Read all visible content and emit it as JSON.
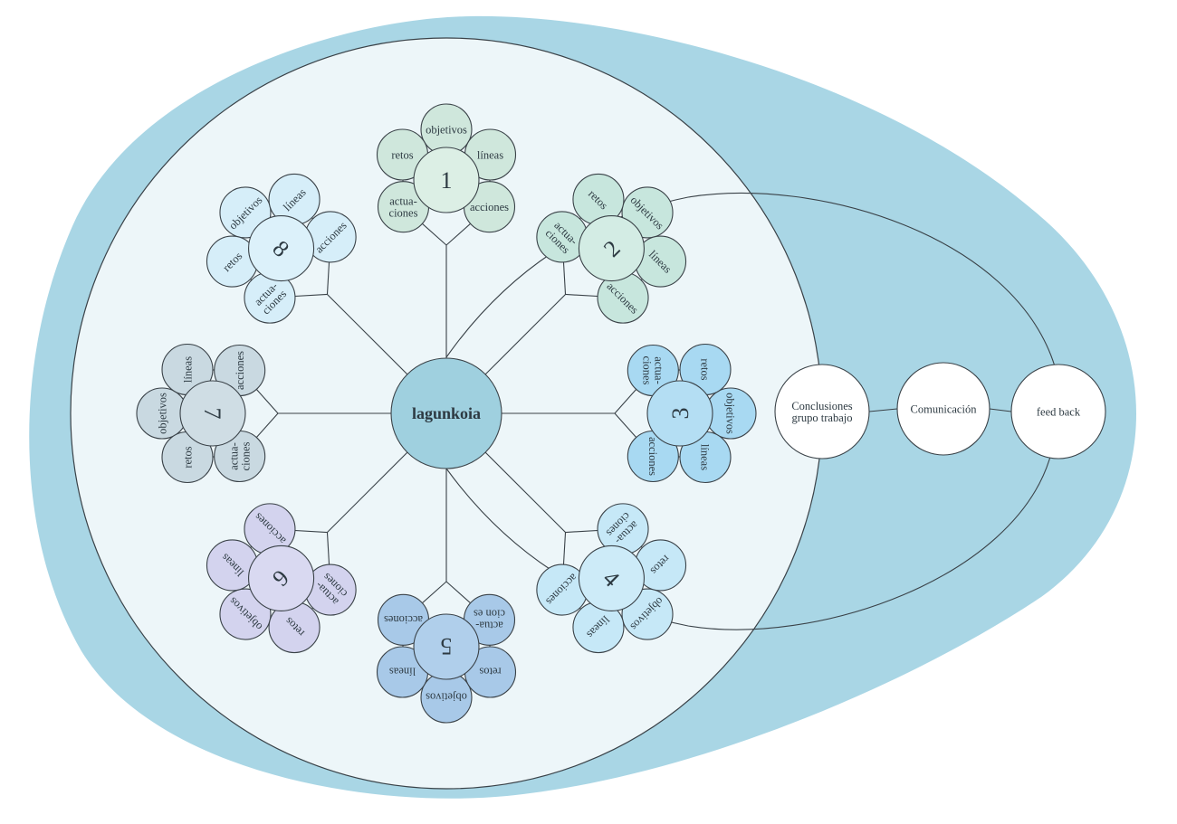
{
  "center": {
    "label": "lagunkoia",
    "fill": "#9fd0df"
  },
  "palette": {
    "egg_outer": "#a9d6e5",
    "big_circle": "#edf6f9",
    "line": "#3a4248"
  },
  "clusters": [
    {
      "number": "1",
      "fill": "#cfe7dc",
      "center_fill": "#dcefe5",
      "labels": {
        "objetivos": [
          "objetivos"
        ],
        "lineas": [
          "líneas"
        ],
        "acciones": [
          "acciones"
        ],
        "actuaciones": [
          "actua-",
          "ciones"
        ],
        "retos": [
          "retos"
        ]
      }
    },
    {
      "number": "2",
      "fill": "#c7e6dd",
      "center_fill": "#d3ece4",
      "labels": {
        "objetivos": [
          "objetivos"
        ],
        "lineas": [
          "líneas"
        ],
        "acciones": [
          "acciones"
        ],
        "actuaciones": [
          "actua-",
          "ciones"
        ],
        "retos": [
          "retos"
        ]
      }
    },
    {
      "number": "3",
      "fill": "#a8d9f2",
      "center_fill": "#b4def3",
      "labels": {
        "objetivos": [
          "objetivos"
        ],
        "lineas": [
          "líneas"
        ],
        "acciones": [
          "acciones"
        ],
        "actuaciones": [
          "actua-",
          "ciones"
        ],
        "retos": [
          "retos"
        ]
      }
    },
    {
      "number": "4",
      "fill": "#c6e8f7",
      "center_fill": "#cdebf8",
      "labels": {
        "objetivos": [
          "objetivos"
        ],
        "lineas": [
          "líneas"
        ],
        "acciones": [
          "acciones"
        ],
        "actuaciones": [
          "actua-",
          "ciones"
        ],
        "retos": [
          "retos"
        ]
      }
    },
    {
      "number": "5",
      "fill": "#a8c9e8",
      "center_fill": "#b0cfeb",
      "labels": {
        "objetivos": [
          "objetivos"
        ],
        "lineas": [
          "líneas"
        ],
        "acciones": [
          "acciones"
        ],
        "actuaciones": [
          "actua-",
          "cion es"
        ],
        "retos": [
          "retos"
        ]
      }
    },
    {
      "number": "6",
      "fill": "#d3d3ee",
      "center_fill": "#d9d9f1",
      "labels": {
        "objetivos": [
          "objetivos"
        ],
        "lineas": [
          "líneas"
        ],
        "acciones": [
          "acciones"
        ],
        "actuaciones": [
          "actua-",
          "ciones"
        ],
        "retos": [
          "retos"
        ]
      }
    },
    {
      "number": "7",
      "fill": "#c9d9e1",
      "center_fill": "#cfdde4",
      "labels": {
        "objetivos": [
          "objetivos"
        ],
        "lineas": [
          "líneas"
        ],
        "acciones": [
          "acciones"
        ],
        "actuaciones": [
          "actua-",
          "ciones"
        ],
        "retos": [
          "retos"
        ]
      }
    },
    {
      "number": "8",
      "fill": "#d6eef9",
      "center_fill": "#dcf1fa",
      "labels": {
        "objetivos": [
          "objetivos"
        ],
        "lineas": [
          "líneas"
        ],
        "acciones": [
          "acciones"
        ],
        "actuaciones": [
          "actua-",
          "ciones"
        ],
        "retos": [
          "retos"
        ]
      }
    }
  ],
  "outputs": [
    {
      "label": [
        "Conclusiones",
        "grupo trabajo"
      ]
    },
    {
      "label": [
        "Comunicación"
      ]
    },
    {
      "label": [
        "feed back"
      ]
    }
  ]
}
